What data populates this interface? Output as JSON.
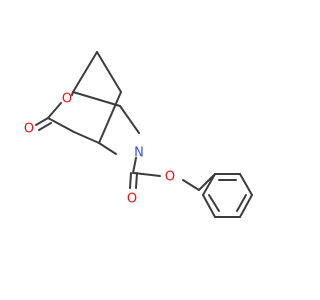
{
  "molecule": {
    "atoms": [
      {
        "id": "O_ring",
        "symbol": "O",
        "color": "#ff0d0d"
      },
      {
        "id": "O_ketone",
        "symbol": "O",
        "color": "#ff0d0d"
      },
      {
        "id": "N",
        "symbol": "N",
        "color": "#3050f8"
      },
      {
        "id": "O_carbonyl",
        "symbol": "O",
        "color": "#ff0d0d"
      },
      {
        "id": "O_ester",
        "symbol": "O",
        "color": "#ff0d0d"
      }
    ],
    "bond_color": "#3d3d3d"
  }
}
